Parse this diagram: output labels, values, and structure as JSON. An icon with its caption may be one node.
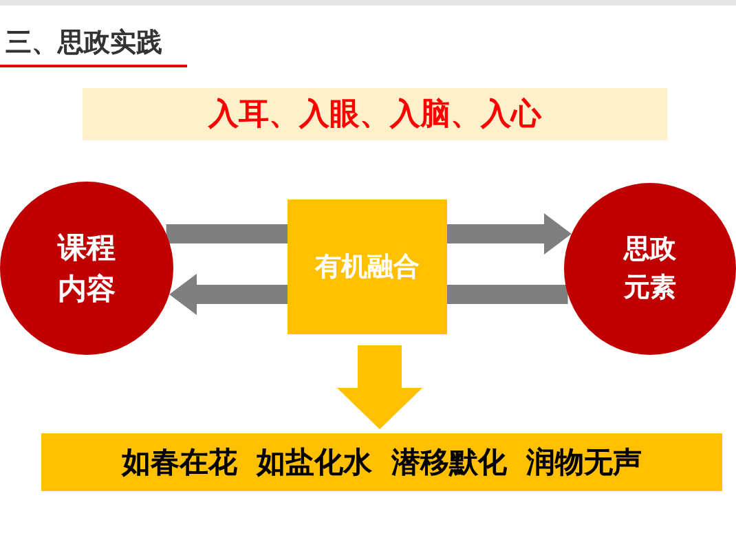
{
  "diagram": {
    "title": "三、思政实践",
    "nodes": [
      {
        "text": [
          "入耳、入眼、入脑、入心"
        ]
      },
      {
        "text": [
          "课程内容"
        ]
      },
      {
        "text": [
          "有机融合"
        ]
      },
      {
        "text": [
          "思政元素"
        ]
      },
      {
        "text": [
          "如春在花",
          "如盐化水",
          "潜移默化",
          "润物无声"
        ]
      }
    ],
    "edges": [
      {
        "from": 1,
        "to": 2,
        "arrow": "none"
      },
      {
        "from": 2,
        "to": 3,
        "arrow": "to"
      },
      {
        "from": 3,
        "to": 2,
        "arrow": "none"
      },
      {
        "from": 2,
        "to": 1,
        "arrow": "to"
      },
      {
        "from": 2,
        "to": 4,
        "arrow": "to",
        "style": "thick",
        "color": "#ffc000"
      }
    ]
  }
}
